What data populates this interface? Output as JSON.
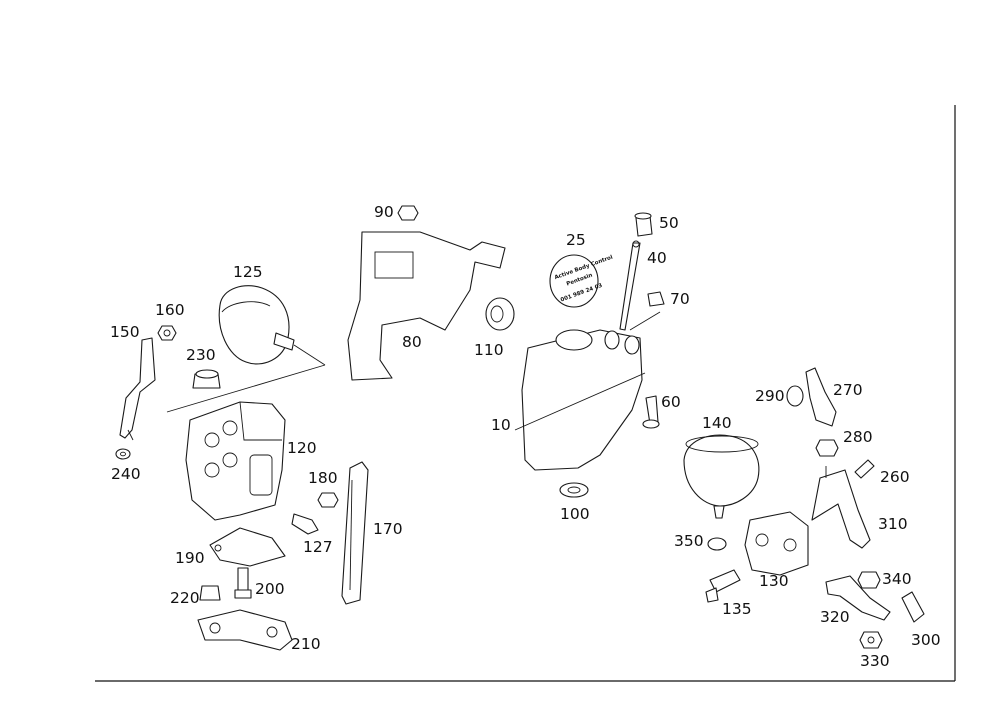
{
  "cap_label": {
    "line1": "Active Body Control",
    "line2": "Pentosin",
    "line3": "001 989 24 03"
  },
  "callouts": [
    {
      "id": "10",
      "text": "10"
    },
    {
      "id": "25",
      "text": "25"
    },
    {
      "id": "40",
      "text": "40"
    },
    {
      "id": "50",
      "text": "50"
    },
    {
      "id": "60",
      "text": "60"
    },
    {
      "id": "70",
      "text": "70"
    },
    {
      "id": "80",
      "text": "80"
    },
    {
      "id": "90",
      "text": "90"
    },
    {
      "id": "100",
      "text": "100"
    },
    {
      "id": "110",
      "text": "110"
    },
    {
      "id": "120",
      "text": "120"
    },
    {
      "id": "125",
      "text": "125"
    },
    {
      "id": "127",
      "text": "127"
    },
    {
      "id": "130",
      "text": "130"
    },
    {
      "id": "135",
      "text": "135"
    },
    {
      "id": "140",
      "text": "140"
    },
    {
      "id": "150",
      "text": "150"
    },
    {
      "id": "160",
      "text": "160"
    },
    {
      "id": "170",
      "text": "170"
    },
    {
      "id": "180",
      "text": "180"
    },
    {
      "id": "190",
      "text": "190"
    },
    {
      "id": "200",
      "text": "200"
    },
    {
      "id": "210",
      "text": "210"
    },
    {
      "id": "220",
      "text": "220"
    },
    {
      "id": "230",
      "text": "230"
    },
    {
      "id": "240",
      "text": "240"
    },
    {
      "id": "260",
      "text": "260"
    },
    {
      "id": "270",
      "text": "270"
    },
    {
      "id": "280",
      "text": "280"
    },
    {
      "id": "290",
      "text": "290"
    },
    {
      "id": "300",
      "text": "300"
    },
    {
      "id": "310",
      "text": "310"
    },
    {
      "id": "320",
      "text": "320"
    },
    {
      "id": "330",
      "text": "330"
    },
    {
      "id": "340",
      "text": "340"
    },
    {
      "id": "350",
      "text": "350"
    }
  ]
}
